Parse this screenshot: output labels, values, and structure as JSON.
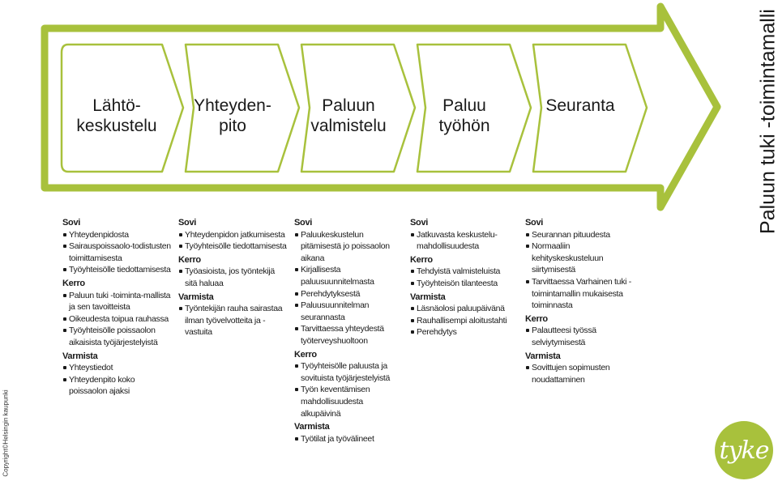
{
  "title": "Paluun tuki -toimintamalli",
  "copyright": "Copyright©Helsingin kaupunki",
  "logo": "tyke",
  "colors": {
    "accent": "#a8c13c",
    "chevron_fill": "#ffffff",
    "text": "#1a1a1a"
  },
  "steps": [
    {
      "lines": [
        "Lähtö-",
        "keskustelu"
      ]
    },
    {
      "lines": [
        "Yhteyden-",
        "pito"
      ]
    },
    {
      "lines": [
        "Paluun",
        "valmistelu"
      ]
    },
    {
      "lines": [
        "Paluu",
        "työhön"
      ]
    },
    {
      "lines": [
        "Seuranta"
      ]
    }
  ],
  "columns": [
    {
      "blocks": [
        {
          "heading": "Sovi",
          "items": [
            "Yhteydenpidosta",
            "Sairauspoissaolo-todistusten toimittamisesta",
            "Työyhteisölle tiedottamisesta"
          ]
        },
        {
          "heading": "Kerro",
          "items": [
            "Paluun tuki -toiminta-mallista ja sen tavoitteista",
            "Oikeudesta toipua rauhassa",
            "Työyhteisölle poissaolon aikaisista työjärjestelyistä"
          ]
        },
        {
          "heading": "Varmista",
          "items": [
            "Yhteystiedot",
            "Yhteydenpito koko poissaolon ajaksi"
          ]
        }
      ]
    },
    {
      "blocks": [
        {
          "heading": "Sovi",
          "items": [
            "Yhteydenpidon jatkumisesta",
            "Työyhteisölle tiedottamisesta"
          ]
        },
        {
          "heading": "Kerro",
          "items": [
            "Työasioista, jos työntekijä sitä haluaa"
          ]
        },
        {
          "heading": "Varmista",
          "items": [
            "Työntekijän rauha sairastaa ilman työvelvotteita ja -vastuita"
          ]
        }
      ]
    },
    {
      "blocks": [
        {
          "heading": "Sovi",
          "items": [
            "Paluukeskustelun pitämisestä jo poissaolon aikana",
            "Kirjallisesta paluusuunnitelmasta",
            "Perehdytyksestä",
            "Paluusuunnitelman seurannasta",
            "Tarvittaessa yhteydestä työterveyshuoltoon"
          ]
        },
        {
          "heading": "Kerro",
          "items": [
            "Työyhteisölle paluusta ja sovituista työjärjestelyistä",
            "Työn keventämisen mahdollisuudesta alkupäivinä"
          ]
        },
        {
          "heading": "Varmista",
          "items": [
            "Työtilat ja työvälineet"
          ]
        }
      ]
    },
    {
      "blocks": [
        {
          "heading": "Sovi",
          "items": [
            "Jatkuvasta keskustelu-mahdollisuudesta"
          ]
        },
        {
          "heading": "Kerro",
          "items": [
            "Tehdyistä valmisteluista",
            "Työyhteisön tilanteesta"
          ]
        },
        {
          "heading": "Varmista",
          "items": [
            "Läsnäolosi paluupäivänä",
            "Rauhallisempi aloitustahti",
            "Perehdytys"
          ]
        }
      ]
    },
    {
      "blocks": [
        {
          "heading": "Sovi",
          "items": [
            "Seurannan pituudesta",
            "Normaaliin kehityskeskusteluun siirtymisestä",
            "Tarvittaessa Varhainen tuki -toimintamallin mukaisesta toiminnasta"
          ]
        },
        {
          "heading": "Kerro",
          "items": [
            "Palautteesi työssä selviytymisestä"
          ]
        },
        {
          "heading": "Varmista",
          "items": [
            "Sovittujen sopimusten noudattaminen"
          ]
        }
      ]
    }
  ]
}
